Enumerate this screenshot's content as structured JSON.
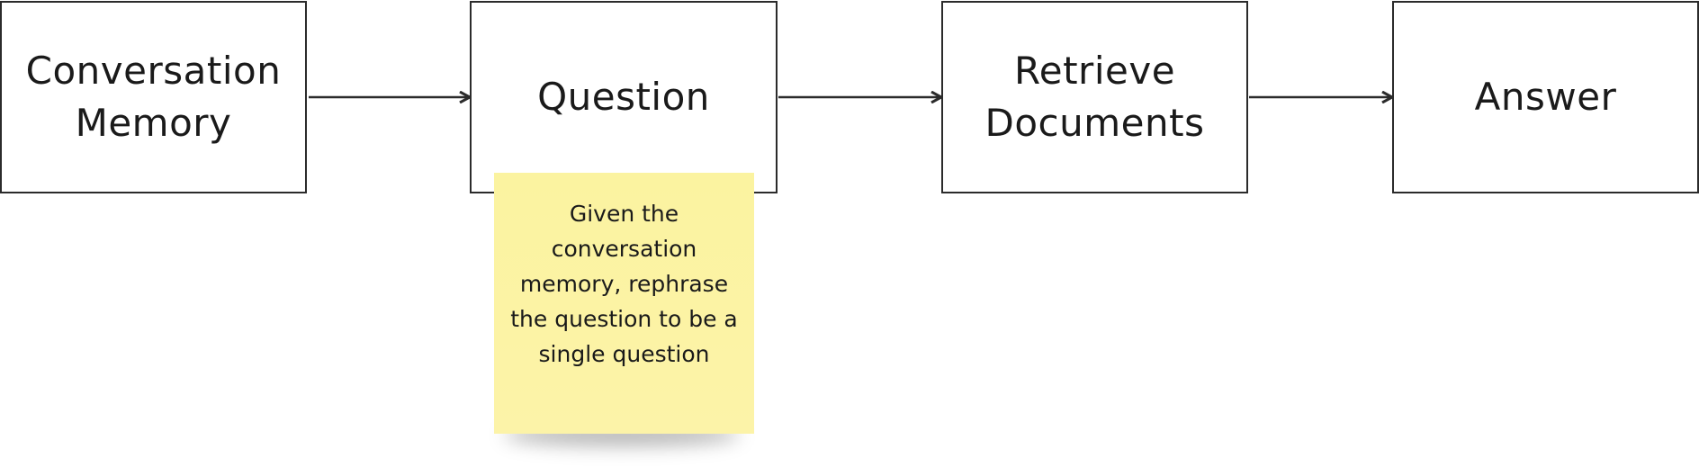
{
  "diagram": {
    "nodes": [
      {
        "id": "conversation-memory",
        "label": "Conversation\nMemory"
      },
      {
        "id": "question",
        "label": "Question"
      },
      {
        "id": "retrieve-documents",
        "label": "Retrieve\nDocuments"
      },
      {
        "id": "answer",
        "label": "Answer"
      }
    ],
    "edges": [
      {
        "from": "conversation-memory",
        "to": "question"
      },
      {
        "from": "question",
        "to": "retrieve-documents"
      },
      {
        "from": "retrieve-documents",
        "to": "answer"
      }
    ],
    "sticky_note": {
      "attached_to": "question",
      "text": "Given the conversation memory, rephrase the question to be a single question",
      "color": "#fbf3a0"
    }
  },
  "colors": {
    "stroke": "#2b2b2b",
    "background": "#ffffff"
  }
}
